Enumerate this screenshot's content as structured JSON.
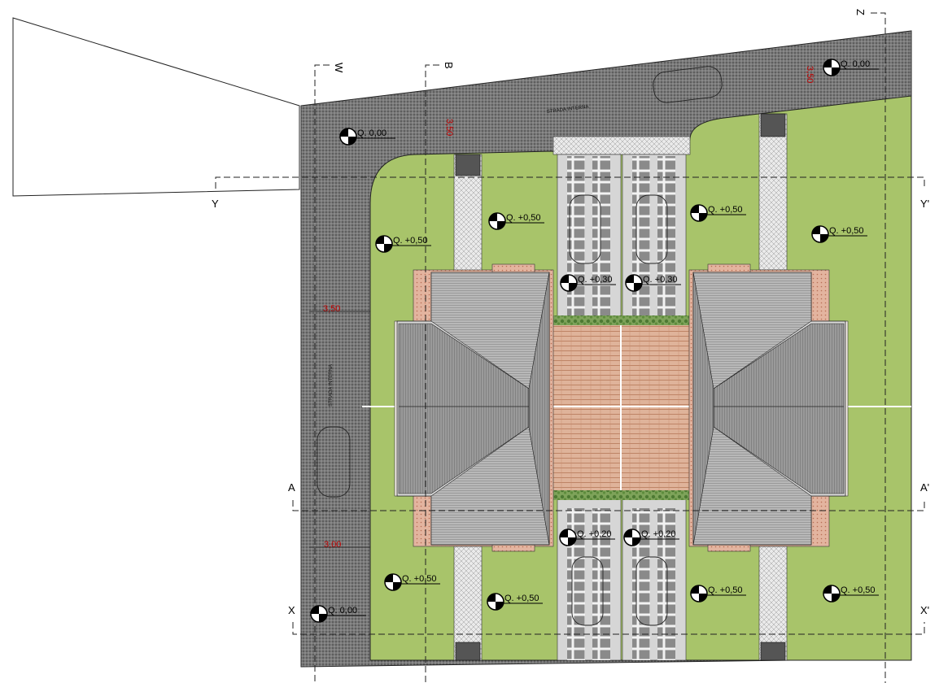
{
  "road_labels": [
    "STRADA INTERNA",
    "STRADA INTERNA"
  ],
  "levels": {
    "street": "Q. 0,00",
    "garden": "Q. +0,50",
    "parking": "Q. +0,30",
    "drive": "Q. +0,20"
  },
  "dimensions": {
    "road_width_top": "3,50",
    "road_width_left": "3,50",
    "setback_left": "3,00",
    "road_width_right": "3,50"
  },
  "section_marks": {
    "y_left": "Y",
    "y_right": "Y'",
    "a_left": "A",
    "a_right": "A'",
    "x_left": "X",
    "x_right": "X'",
    "w": "W",
    "b": "B",
    "z": "Z"
  },
  "colors": {
    "lawn": "#a8c46a",
    "asphalt": "#6f6f6f",
    "paving": "#e6e6e6",
    "roof": "#8c8c8c",
    "patio": "#d8a88c",
    "hedge": "#6f9a4a",
    "dimension_text": "#c00000"
  },
  "icons": [
    "level-marker-icon",
    "car-icon",
    "hedge-icon"
  ]
}
